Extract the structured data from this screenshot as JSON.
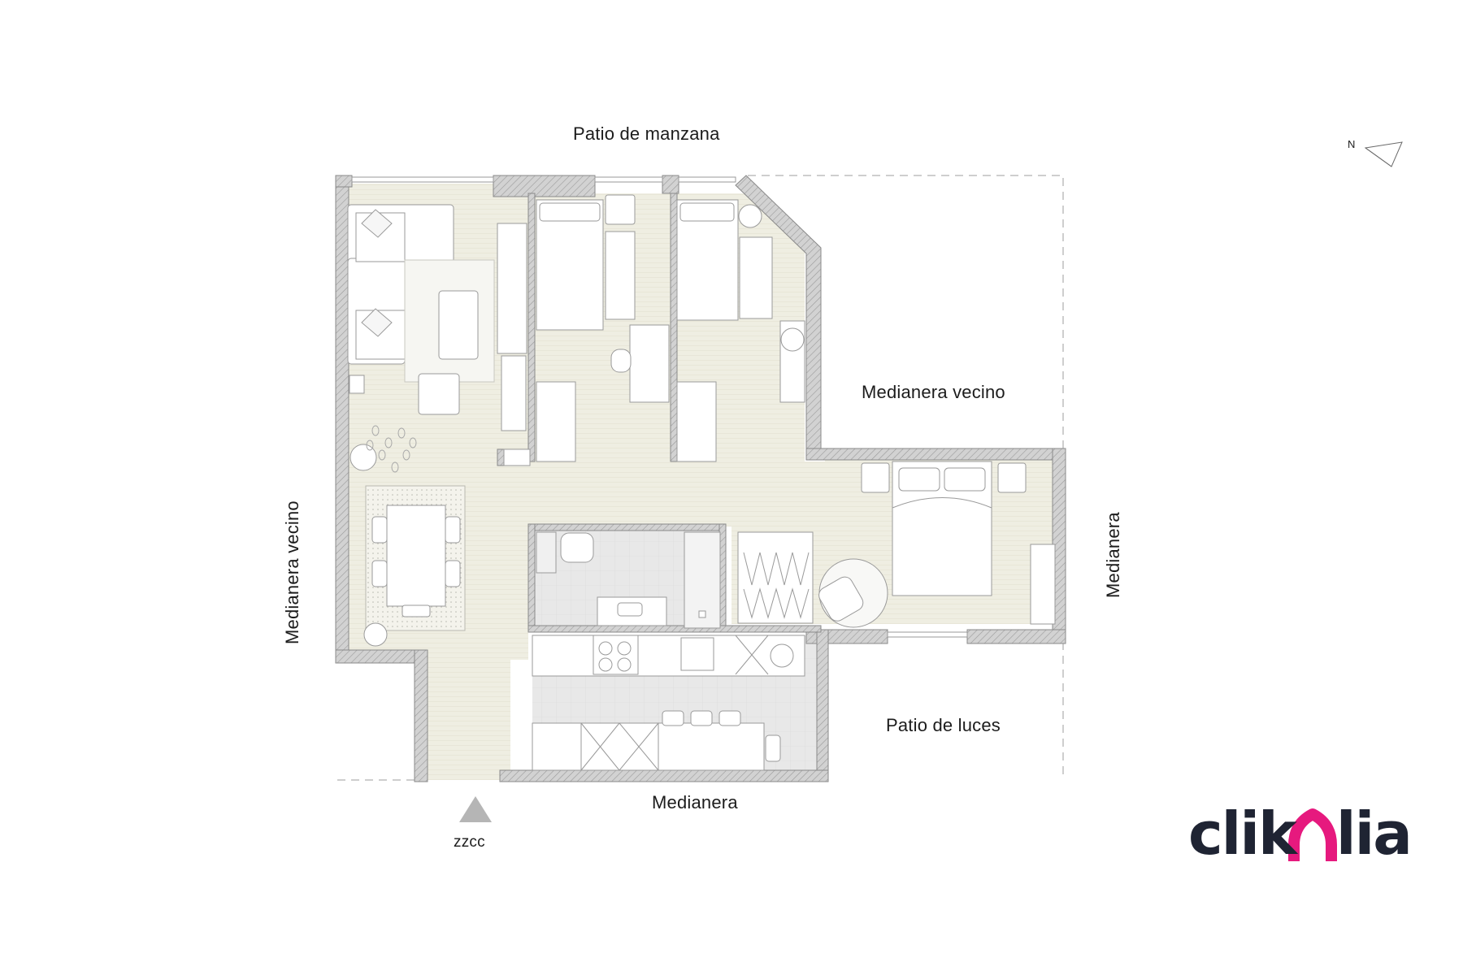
{
  "labels": {
    "patio_manzana": "Patio de manzana",
    "medianera_vecino_right": "Medianera vecino",
    "medianera_vecino_left": "Medianera vecino",
    "medianera_east": "Medianera",
    "medianera_south": "Medianera",
    "patio_luces": "Patio de luces",
    "zzcc": "zzcc",
    "north": "N"
  },
  "logo": {
    "part1": "clik",
    "part2": "a",
    "part3": "lia",
    "text_color": "#1f2433",
    "accent_color": "#e6197e"
  },
  "watermark": {
    "text": "clikalia"
  },
  "colors": {
    "wall": "#c9c9c9",
    "wall_stroke": "#8a8a8a",
    "floor_wood": "#efeee2",
    "floor_tile": "#e7e7e7",
    "furniture": "#ffffff",
    "furniture_stroke": "#9a9a9a",
    "dashed": "#bdbdbd",
    "entrance_marker": "#b5b5b5"
  }
}
